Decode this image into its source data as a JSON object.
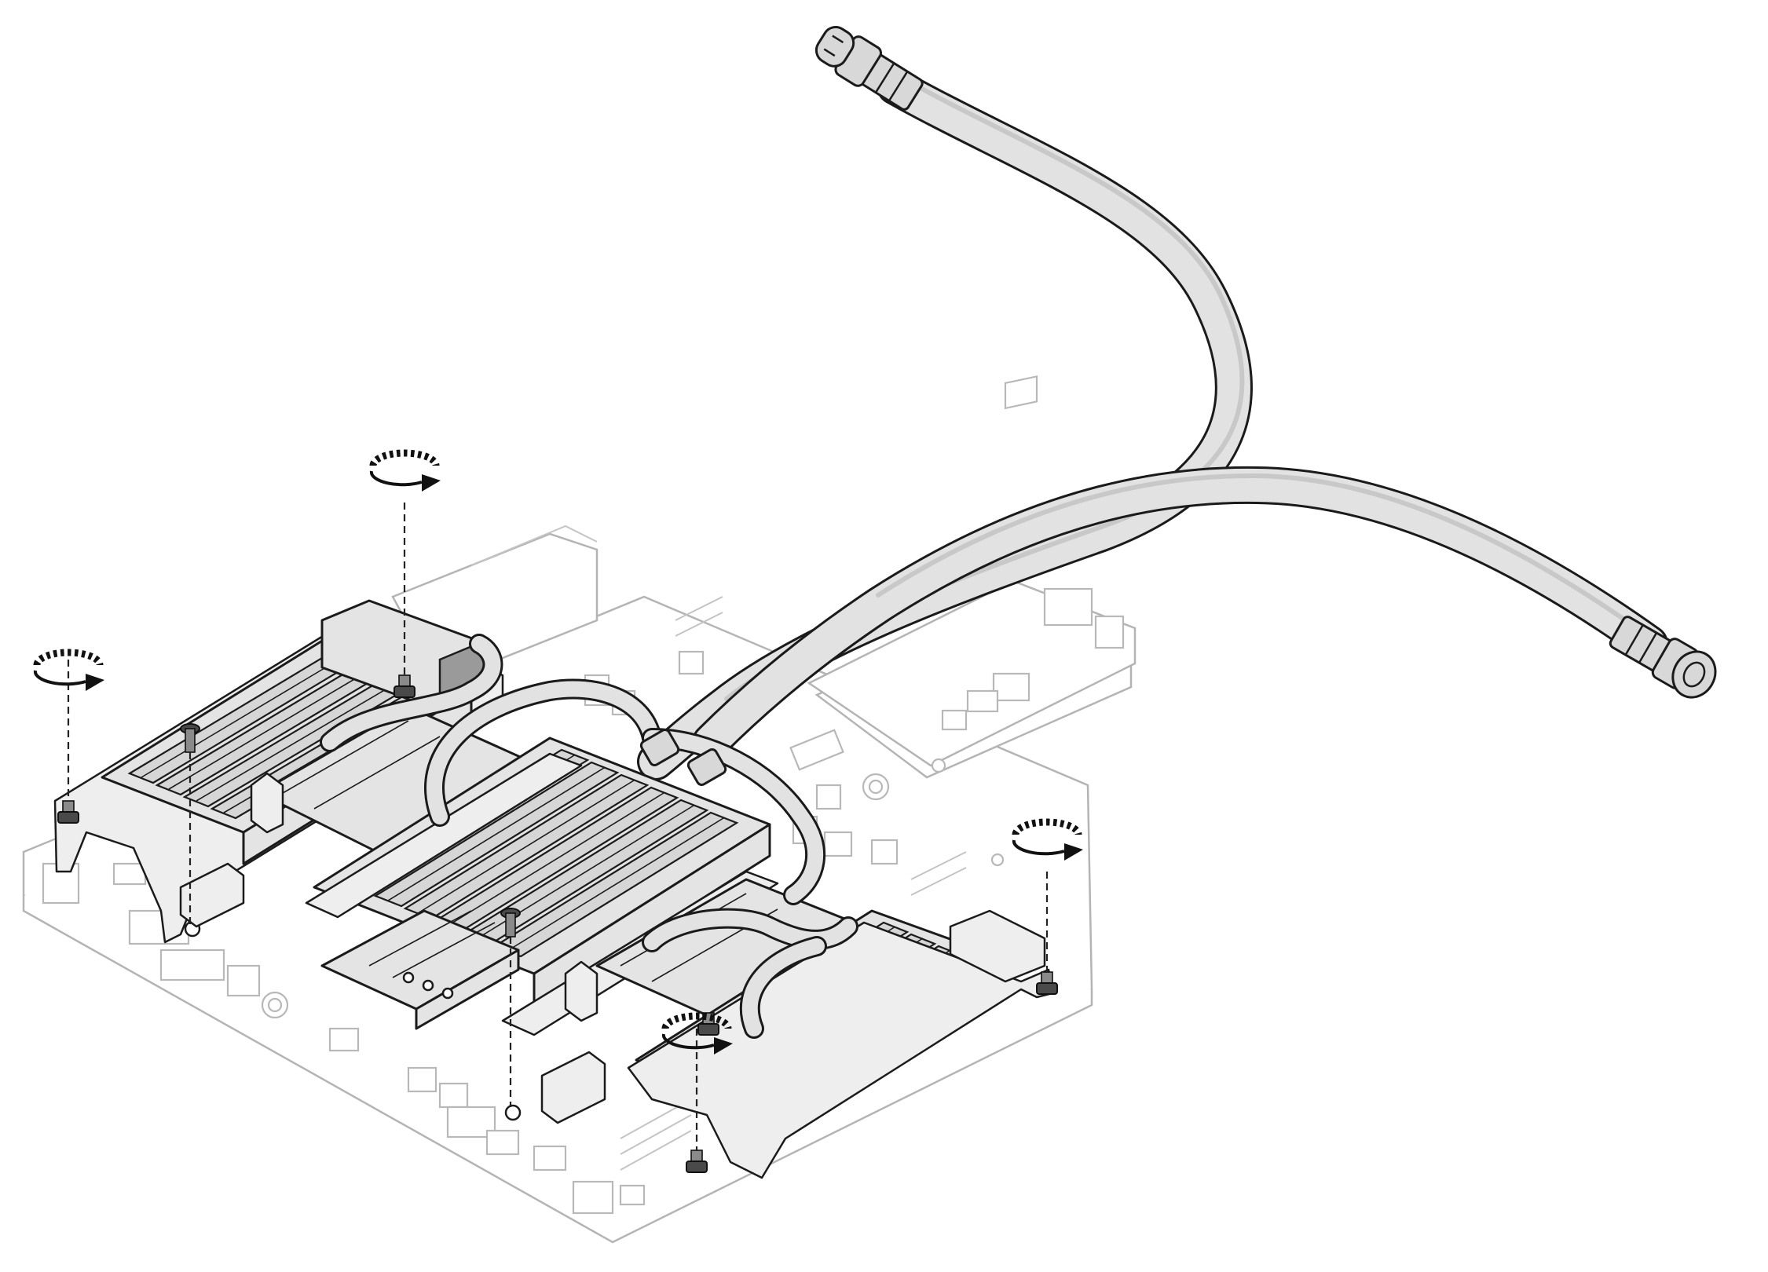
{
  "figure": {
    "kind": "exploded-technical-illustration",
    "style": "monochrome line art",
    "colors": {
      "background": "#ffffff",
      "outline": "#1b1b1b",
      "metal_fill": "#e4e4e4",
      "tube_fill": "#e2e2e2",
      "board_outline": "#b4b4b4"
    }
  },
  "components": [
    {
      "id": "system-board",
      "icon": "circuit-board-icon"
    },
    {
      "id": "cold-plate-assembly",
      "icon": "cold-plate-icon"
    },
    {
      "id": "dimm-cooling-rails",
      "icon": "memory-module-icon"
    },
    {
      "id": "coolant-hoses",
      "icon": "hose-icon",
      "count": 2
    },
    {
      "id": "quick-connect-fittings",
      "icon": "connector-icon",
      "count": 2
    }
  ],
  "fasteners": {
    "captive_nuts": 5,
    "screws": 2,
    "rotation_indicators": [
      {
        "direction": "counterclockwise",
        "icon": "rotate-ccw-icon"
      },
      {
        "direction": "counterclockwise",
        "icon": "rotate-ccw-icon"
      },
      {
        "direction": "counterclockwise",
        "icon": "rotate-ccw-icon"
      },
      {
        "direction": "counterclockwise",
        "icon": "rotate-ccw-icon"
      }
    ]
  }
}
